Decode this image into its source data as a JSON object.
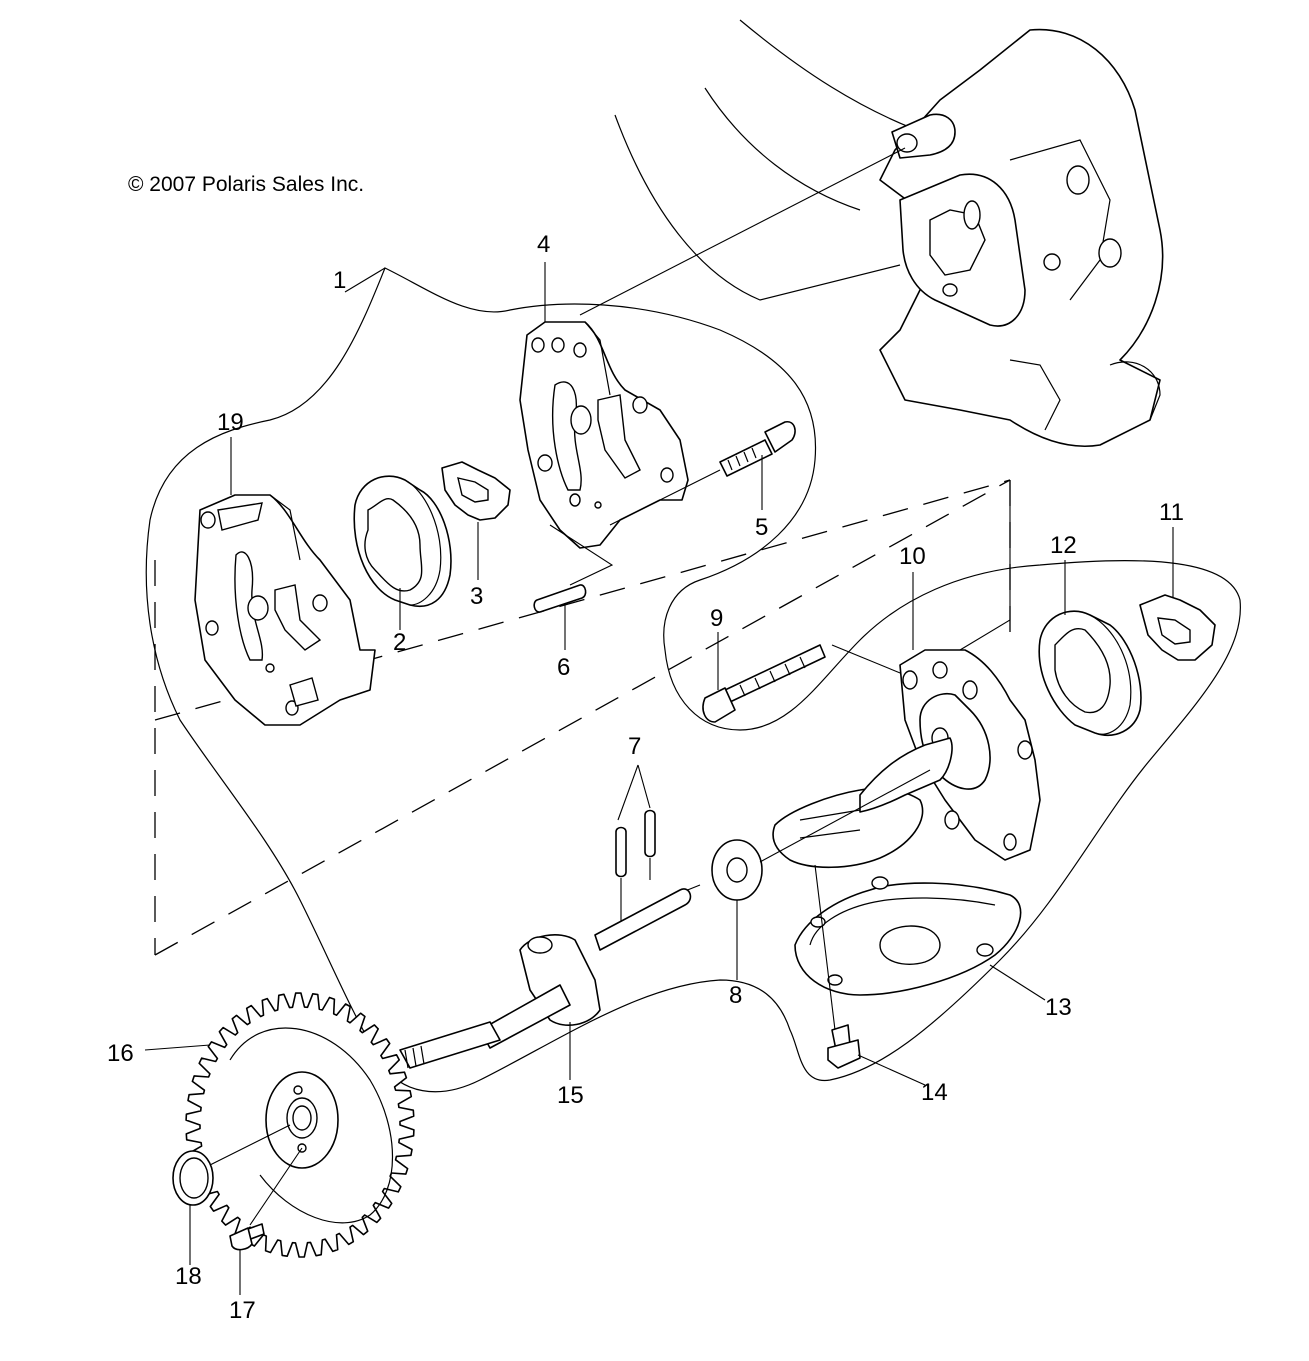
{
  "copyright": "© 2007 Polaris Sales Inc.",
  "callouts": [
    {
      "id": "1",
      "label": "1"
    },
    {
      "id": "2",
      "label": "2"
    },
    {
      "id": "3",
      "label": "3"
    },
    {
      "id": "4",
      "label": "4"
    },
    {
      "id": "5",
      "label": "5"
    },
    {
      "id": "6",
      "label": "6"
    },
    {
      "id": "7",
      "label": "7"
    },
    {
      "id": "8",
      "label": "8"
    },
    {
      "id": "9",
      "label": "9"
    },
    {
      "id": "10",
      "label": "10"
    },
    {
      "id": "11",
      "label": "11"
    },
    {
      "id": "12",
      "label": "12"
    },
    {
      "id": "13",
      "label": "13"
    },
    {
      "id": "14",
      "label": "14"
    },
    {
      "id": "15",
      "label": "15"
    },
    {
      "id": "16",
      "label": "16"
    },
    {
      "id": "17",
      "label": "17"
    },
    {
      "id": "18",
      "label": "18"
    },
    {
      "id": "19",
      "label": "19"
    }
  ],
  "colors": {
    "line": "#000000",
    "background": "#ffffff"
  }
}
